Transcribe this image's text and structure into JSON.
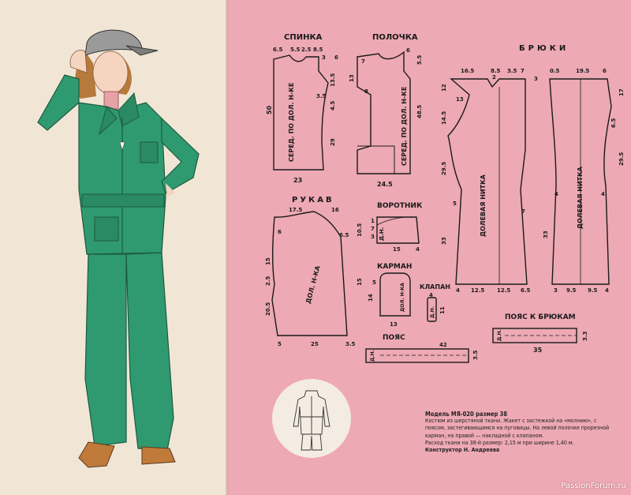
{
  "patterns": {
    "spinka": {
      "title": "СПИНКА",
      "grain": "СЕРЕД. ПО ДОЛ. Н-КЕ",
      "dims": [
        "6.5",
        "5.5",
        "2.5",
        "8.5",
        "3",
        "6",
        "13.5",
        "3.5",
        "4.5",
        "29",
        "50",
        "23"
      ]
    },
    "polochka": {
      "title": "ПОЛОЧКА",
      "grain": "СЕРЕД. ПО ДОЛ. Н-КЕ",
      "dims": [
        "6",
        "7",
        "8",
        "13",
        "5.5",
        "48.5",
        "24.5"
      ]
    },
    "bryuki": {
      "title": "БРЮКИ",
      "grain_left": "ДОЛЕВАЯ НИТКА",
      "grain_right": "ДОЛЕВАЯ НИТКА",
      "dims_left": [
        "16.5",
        "8.5",
        "3.5",
        "7",
        "3",
        "2",
        "12",
        "13",
        "14.5",
        "29.5",
        "5",
        "7",
        "33",
        "4",
        "12.5",
        "12.5",
        "6.5"
      ],
      "dims_right": [
        "0.5",
        "19.5",
        "6",
        "17",
        "6.5",
        "29.5",
        "4",
        "4",
        "33",
        "3",
        "9.5",
        "9.5",
        "4"
      ]
    },
    "rukav": {
      "title": "РУКАВ",
      "grain": "ДОЛ. Н-КА",
      "dims": [
        "17.5",
        "16",
        "6",
        "6.5",
        "10.5",
        "15",
        "2.5",
        "15",
        "20.5",
        "5",
        "25",
        "3.5"
      ]
    },
    "vorotnik": {
      "title": "ВОРОТНИК",
      "grain": "Д.Н.",
      "dims": [
        "1",
        "7",
        "3",
        "15",
        "4"
      ]
    },
    "karman": {
      "title": "КАРМАН",
      "grain": "ДОЛ. Н-КА",
      "dims": [
        "5",
        "14",
        "13"
      ]
    },
    "klapan": {
      "title": "КЛАПАН",
      "grain": "Д.Н.",
      "dims": [
        "4",
        "11"
      ]
    },
    "poyas": {
      "title": "ПОЯС",
      "grain": "Д.Н.",
      "dims": [
        "42",
        "3.5"
      ]
    },
    "poyas_bryuki": {
      "title": "ПОЯС К БРЮКАМ",
      "grain": "Д.Н.",
      "dims": [
        "35",
        "3.3"
      ]
    }
  },
  "caption": {
    "title": "Модель МЯ-020 размер 38",
    "body": "Костюм из шерстяной ткани. Жакет с застежкой на «молнию», с поясом, застегивающимся на пуговицы. На левой полочке прорезной карман, на правой — накладной с клапаном.",
    "fabric": "Расход ткани на 38-й размер: 2,15 м при ширине 1,40 м.",
    "credit": "Конструктор Н. Андреева"
  },
  "watermark": "PassionForum.ru",
  "colors": {
    "left_page": "#f1e6d6",
    "right_page": "#eda9b4",
    "suit": "#2f9a6f",
    "suit_dark": "#1d6b4b",
    "ink": "#1a1a1a"
  }
}
